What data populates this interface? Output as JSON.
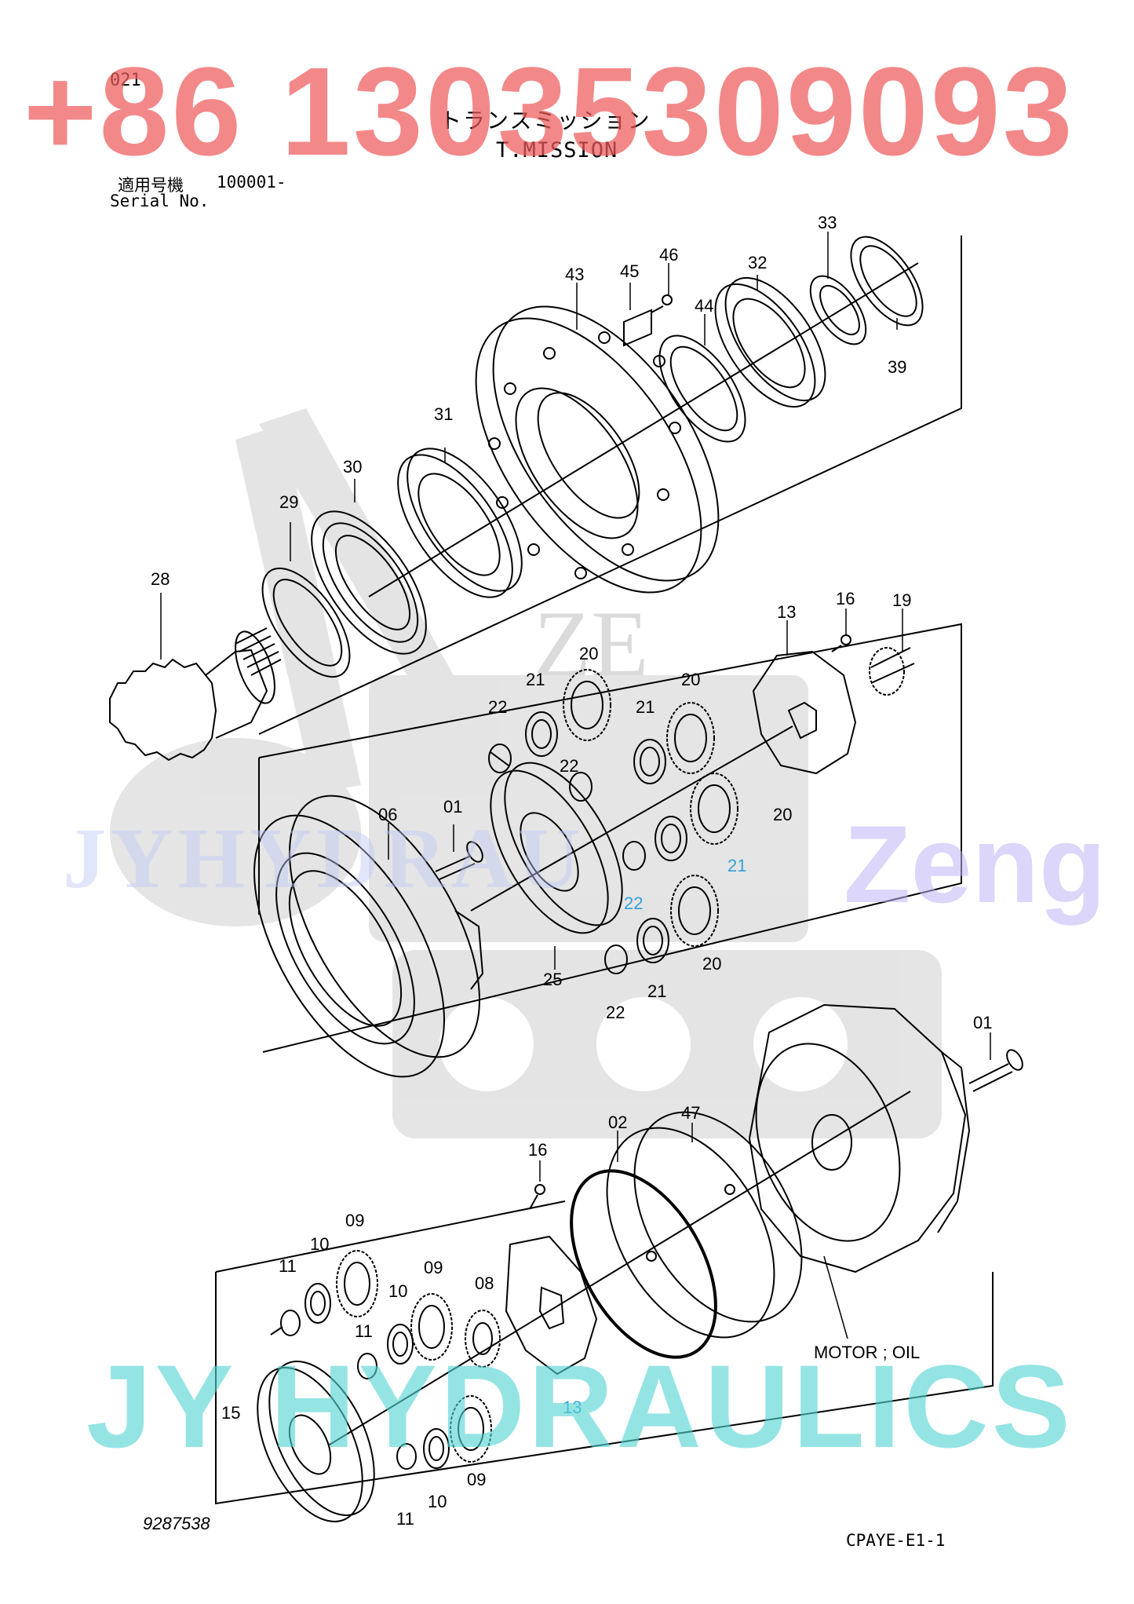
{
  "header": {
    "code": "021",
    "title_ja": "トランスミッション",
    "title_en": "T.MISSION",
    "serial_label_ja": "適用号機",
    "serial_number": "100001-",
    "serial_label_en": "Serial No."
  },
  "footer": {
    "drawing_number": "9287538",
    "sheet_code": "CPAYE-E1-1"
  },
  "callouts": {
    "c43": "43",
    "c45": "45",
    "c46": "46",
    "c44": "44",
    "c32": "32",
    "c33": "33",
    "c39": "39",
    "c31": "31",
    "c30": "30",
    "c29": "29",
    "c28": "28",
    "c13a": "13",
    "c16a": "16",
    "c19": "19",
    "c20a": "20",
    "c21a": "21",
    "c22a": "22",
    "c20b": "20",
    "c21b": "21",
    "c22b": "22",
    "c20c": "20",
    "c21c": "21",
    "c22c": "22",
    "c20d": "20",
    "c21d": "21",
    "c22d": "22",
    "c06": "06",
    "c01a": "01",
    "c25": "25",
    "c01b": "01",
    "c47": "47",
    "c02": "02",
    "c16b": "16",
    "c11a": "11",
    "c10a": "10",
    "c09a": "09",
    "c10b": "10",
    "c09b": "09",
    "c08": "08",
    "c11b": "11",
    "c13b": "13",
    "c15": "15",
    "c11c": "11",
    "c10c": "10",
    "c09c": "09"
  },
  "motor_label": "MOTOR ; OIL",
  "watermarks": {
    "phone": "+86 13035309093",
    "brand_top": "JYHYDRAU",
    "brand_right": "Zeng",
    "brand_bottom": "JY HYDRAULICS",
    "logo_letters": "ZE"
  },
  "colors": {
    "line": "#000000",
    "phone_watermark": "#ee5a5c",
    "brand_bottom_watermark": "#54d4d4",
    "brand_top_watermark": "#bec8f5",
    "brand_right_watermark": "#beb4f5",
    "logo_watermark": "#d0d0d0",
    "blue_callout": "#37a0d8"
  }
}
